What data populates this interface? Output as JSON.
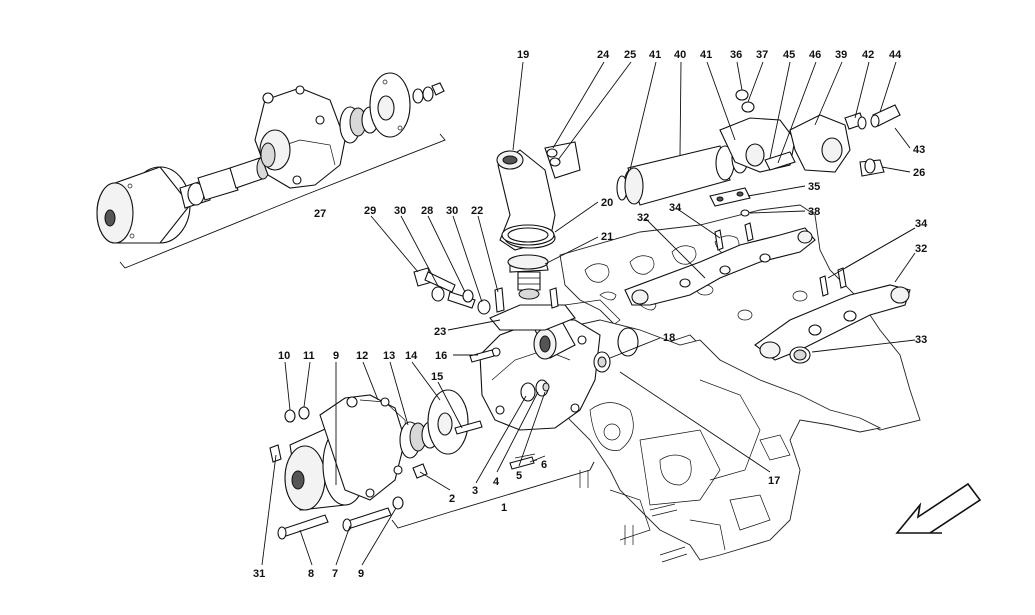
{
  "diagram": {
    "callouts": [
      {
        "id": "c19",
        "label": "19"
      },
      {
        "id": "c24",
        "label": "24"
      },
      {
        "id": "c25",
        "label": "25"
      },
      {
        "id": "c41a",
        "label": "41"
      },
      {
        "id": "c40",
        "label": "40"
      },
      {
        "id": "c41b",
        "label": "41"
      },
      {
        "id": "c36",
        "label": "36"
      },
      {
        "id": "c37",
        "label": "37"
      },
      {
        "id": "c45",
        "label": "45"
      },
      {
        "id": "c46",
        "label": "46"
      },
      {
        "id": "c39",
        "label": "39"
      },
      {
        "id": "c42",
        "label": "42"
      },
      {
        "id": "c44",
        "label": "44"
      },
      {
        "id": "c43",
        "label": "43"
      },
      {
        "id": "c26",
        "label": "26"
      },
      {
        "id": "c35",
        "label": "35"
      },
      {
        "id": "c38",
        "label": "38"
      },
      {
        "id": "c34a",
        "label": "34"
      },
      {
        "id": "c34b",
        "label": "34"
      },
      {
        "id": "c32a",
        "label": "32"
      },
      {
        "id": "c32b",
        "label": "32"
      },
      {
        "id": "c33",
        "label": "33"
      },
      {
        "id": "c20",
        "label": "20"
      },
      {
        "id": "c21",
        "label": "21"
      },
      {
        "id": "c29",
        "label": "29"
      },
      {
        "id": "c30a",
        "label": "30"
      },
      {
        "id": "c28",
        "label": "28"
      },
      {
        "id": "c30b",
        "label": "30"
      },
      {
        "id": "c22",
        "label": "22"
      },
      {
        "id": "c23",
        "label": "23"
      },
      {
        "id": "c27",
        "label": "27"
      },
      {
        "id": "c18",
        "label": "18"
      },
      {
        "id": "c16",
        "label": "16"
      },
      {
        "id": "c10",
        "label": "10"
      },
      {
        "id": "c11",
        "label": "11"
      },
      {
        "id": "c9a",
        "label": "9"
      },
      {
        "id": "c12",
        "label": "12"
      },
      {
        "id": "c13",
        "label": "13"
      },
      {
        "id": "c14",
        "label": "14"
      },
      {
        "id": "c15",
        "label": "15"
      },
      {
        "id": "c3",
        "label": "3"
      },
      {
        "id": "c4",
        "label": "4"
      },
      {
        "id": "c5",
        "label": "5"
      },
      {
        "id": "c6",
        "label": "6"
      },
      {
        "id": "c2",
        "label": "2"
      },
      {
        "id": "c1",
        "label": "1"
      },
      {
        "id": "c17",
        "label": "17"
      },
      {
        "id": "c31",
        "label": "31"
      },
      {
        "id": "c8",
        "label": "8"
      },
      {
        "id": "c7",
        "label": "7"
      },
      {
        "id": "c9b",
        "label": "9"
      }
    ]
  }
}
